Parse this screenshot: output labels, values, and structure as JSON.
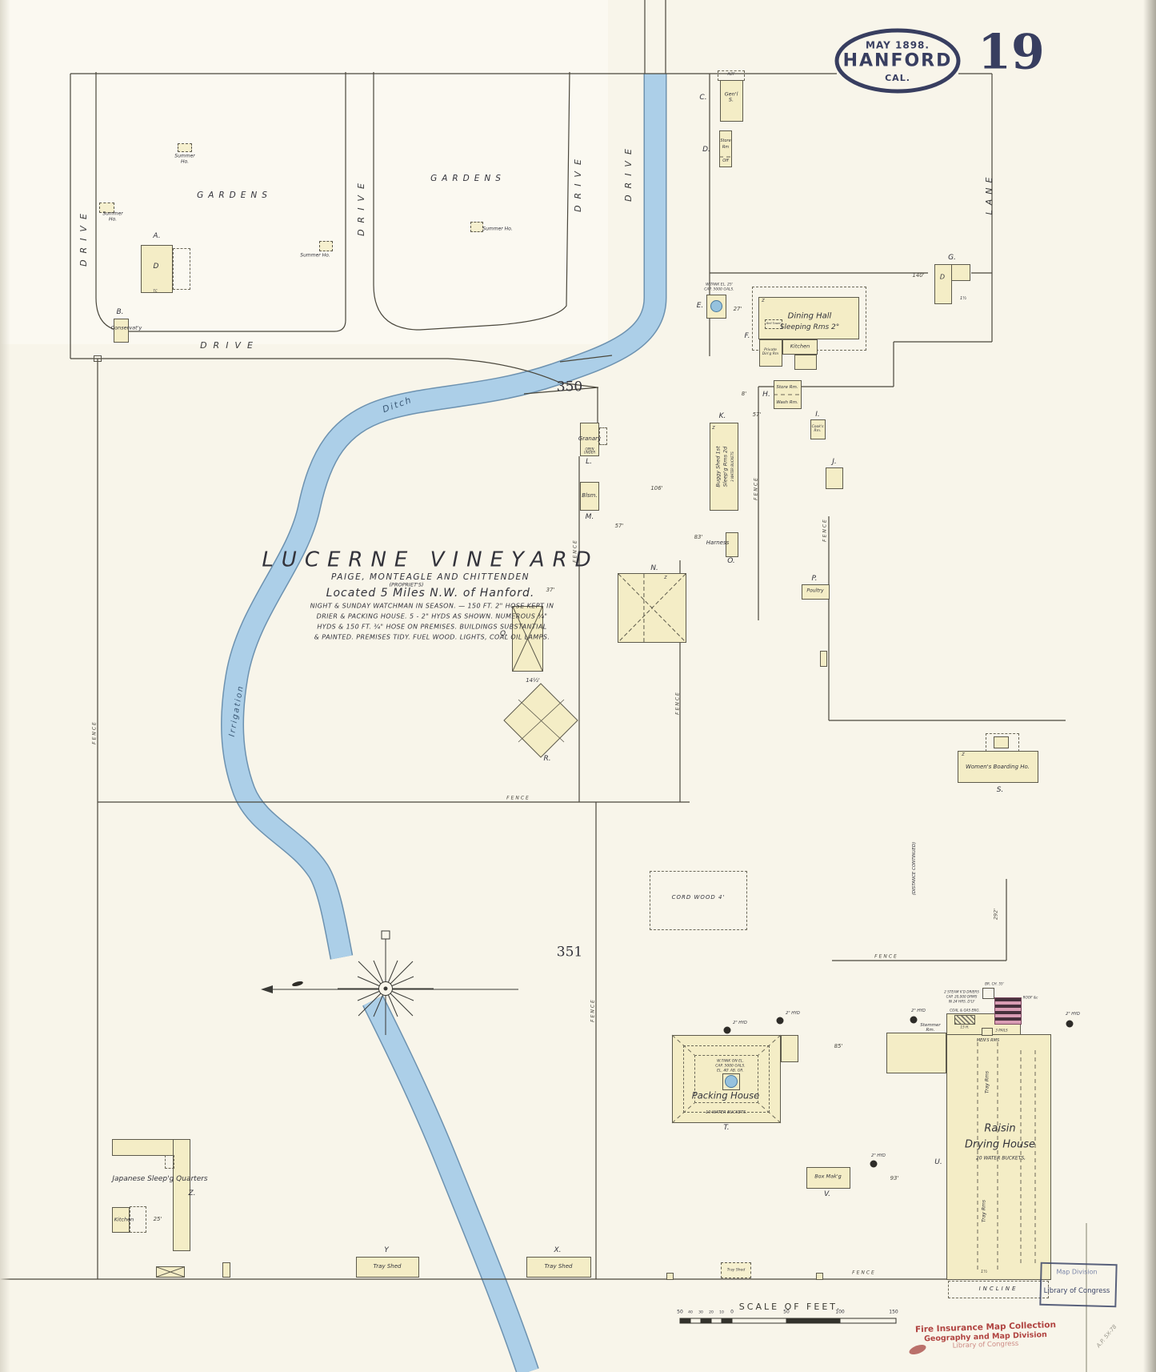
{
  "sheet": {
    "date": "MAY 1898.",
    "city": "HANFORD",
    "state": "CAL.",
    "number": "19"
  },
  "title_block": {
    "name": "LUCERNE VINEYARD",
    "owners": "PAIGE, MONTEAGLE AND CHITTENDEN",
    "owners_note": "(PROPRIET'S)",
    "location": "Located 5 Miles N.W. of Hanford.",
    "notes": [
      "NIGHT & SUNDAY WATCHMAN IN SEASON. — 150 FT. 2\" HOSE KEPT IN",
      "DRIER & PACKING HOUSE. 5 - 2\" HYDS AS SHOWN. NUMEROUS ¾\"",
      "HYDS & 150 FT. ¾\" HOSE ON PREMISES. BUILDINGS SUBSTANTIAL",
      "& PAINTED. PREMISES TIDY. FUEL WOOD. LIGHTS, COAL OIL LAMPS."
    ]
  },
  "labels": {
    "gardens": "GARDENS",
    "drive": "DRIVE",
    "lane": "LANE",
    "fence": "FENCE",
    "ditch": "Ditch",
    "irrigation": "Irrigation",
    "incline": "INCLINE",
    "cord_wood": "CORD WOOD 4'",
    "scale_title": "SCALE OF FEET.",
    "block_350": "350",
    "block_351": "351",
    "distance_note": "(DISTANCE CONTINUED)",
    "summer_house": "Summer Ho.",
    "corner_z": "Z",
    "hydrant": "2\" HYD"
  },
  "buildings": {
    "a": {
      "letter": "A.",
      "code": "D",
      "sub": "TC"
    },
    "b": {
      "letter": "B.",
      "label": "Conservat'y"
    },
    "c": {
      "letter": "C.",
      "label": "Gen'l S.",
      "porch": "PLTF"
    },
    "d": {
      "letter": "D.",
      "line1": "Store",
      "line2": "Rm",
      "sub": "Off"
    },
    "e": {
      "letter": "E.",
      "tank1": "W.TANK EL. 25'",
      "tank2": "CAP. 5000 GALS."
    },
    "f": {
      "letter": "F.",
      "line1": "Dining Hall",
      "line2": "Sleeping Rms 2°",
      "bell": "Bell Tower",
      "private": "Private Din'g Rm",
      "kitchen": "Kitchen"
    },
    "g": {
      "letter": "G.",
      "code": "D",
      "size": "1½"
    },
    "h": {
      "letter": "H.",
      "line1": "Store Rm.",
      "line2": "Wash Rm."
    },
    "i": {
      "letter": "I.",
      "label": "Cook's Rm."
    },
    "j": {
      "letter": "J."
    },
    "k": {
      "letter": "K.",
      "line1": "Buggy Shed 1st",
      "line2": "Sleep'g Rms 2d",
      "note": "3 WATER BUCKETS"
    },
    "l": {
      "letter": "L.",
      "label": "Granary",
      "note": "OPEN UNDER"
    },
    "m": {
      "letter": "M.",
      "label": "Blsm."
    },
    "n": {
      "letter": "N."
    },
    "o": {
      "letter": "O.",
      "label": "Harness"
    },
    "p": {
      "letter": "P.",
      "label": "Poultry"
    },
    "q": {
      "letter": "Q."
    },
    "r": {
      "letter": "R.",
      "size": "14½'"
    },
    "s": {
      "letter": "S.",
      "label": "Women's Boarding Ho."
    },
    "t": {
      "letter": "T.",
      "label": "Packing House",
      "tank1": "W.TANK ON EL.",
      "tank2": "CAP. 5000 GALS.",
      "tank3": "EL. 40' AB. GR.",
      "note": "10 WATER BUCKETS."
    },
    "u": {
      "letter": "U.",
      "line1": "Raisin",
      "line2": "Drying House",
      "note": "20 WATER BUCKETS,",
      "stemmer": "Stemmer Rm.",
      "mens": "MEN'S RMS",
      "tray": "Tray Rms",
      "eng": "COAL & GAS ENG.",
      "hp": "15 H.",
      "pails": "3 PAILS",
      "drier1": "2 STEAM K'D DRIERS",
      "drier2": "CAP. 20,000 DRMS",
      "drier3": "IN 24 HRS. D'LY",
      "chimney": "BR. CH. 55'",
      "roof": "ROOF &c"
    },
    "v": {
      "letter": "V.",
      "label": "Box Mak'g"
    },
    "x": {
      "letter": "X.",
      "label": "Tray Shed"
    },
    "y": {
      "letter": "Y",
      "label": "Tray Shed"
    },
    "z": {
      "letter": "Z.",
      "label": "Japanese Sleep'g Quarters"
    },
    "kitchen2": {
      "label": "Kitchen",
      "size": "25'"
    }
  },
  "dims": {
    "d27": "27'",
    "d37": "37'",
    "d57": "57'",
    "d8": "8'",
    "d83": "83'",
    "d85": "85'",
    "d93": "93'",
    "d106": "106'",
    "d140": "140'",
    "d292": "292'",
    "d1h": "1½"
  },
  "scale_bar": {
    "ticks": [
      "50",
      "40",
      "30",
      "20",
      "10",
      "0",
      "50",
      "100",
      "150"
    ]
  },
  "stamps": {
    "blue1": "Map Division",
    "blue2": "Library of Congress",
    "red1": "Fire Insurance Map Collection",
    "red2": "Geography and Map Division",
    "red3": "Library of Congress",
    "pencil": "A.P. 5X-78"
  }
}
